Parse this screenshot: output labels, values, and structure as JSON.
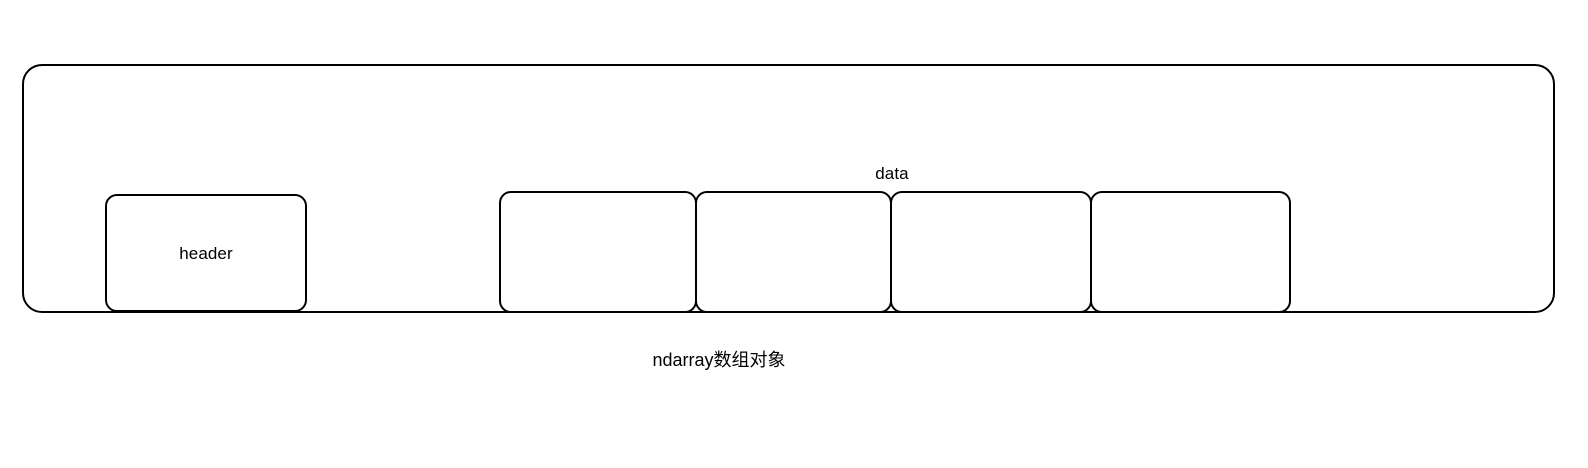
{
  "diagram": {
    "caption": "ndarray数组对象",
    "stroke_color": "#000000",
    "background_color": "#ffffff",
    "container": {
      "name": "ndarray-object",
      "label": ""
    },
    "header": {
      "label": "header"
    },
    "data": {
      "label": "data",
      "cells": [
        {
          "label": ""
        },
        {
          "label": ""
        },
        {
          "label": ""
        },
        {
          "label": ""
        }
      ]
    }
  }
}
